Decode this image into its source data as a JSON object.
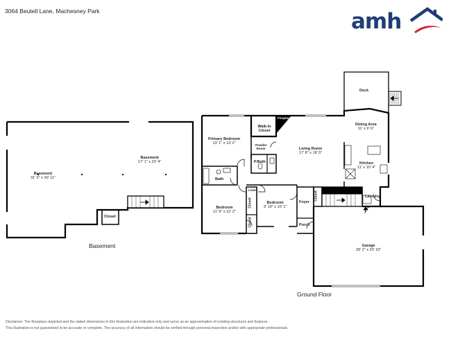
{
  "header": {
    "address": "3064 Beutell Lane, Machesney Park",
    "logo_text": "amh",
    "logo_colors": {
      "text": "#1f3f73",
      "house": "#1f3f73",
      "swoosh": "#d22630"
    }
  },
  "floors": {
    "basement": {
      "title": "Basement",
      "rooms": [
        {
          "name": "Basement",
          "dims": "31' 6\" x 30' 11\""
        },
        {
          "name": "Basement",
          "dims": "17' 1\" x 23' 4\""
        },
        {
          "name": "Closet",
          "dims": ""
        }
      ]
    },
    "ground": {
      "title": "Ground Floor",
      "rooms": {
        "deck": {
          "name": "Deck"
        },
        "walkin": {
          "name": "Walk-In Closet"
        },
        "fireplace": {
          "name": "Fireplace"
        },
        "primary": {
          "name": "Primary Bedroom",
          "dims": "13' 1\" x 13' 2\""
        },
        "powder": {
          "name": "Powder Room"
        },
        "pbath": {
          "name": "P.Bath"
        },
        "bath": {
          "name": "Bath"
        },
        "living": {
          "name": "Living Room",
          "dims": "17' 8\" x 18' 5\""
        },
        "dining": {
          "name": "Dining Area",
          "dims": "11' x 9' 6\""
        },
        "kitchen": {
          "name": "Kitchen",
          "dims": "11' x 10' 4\""
        },
        "laundry": {
          "name": "Laundry"
        },
        "foyer": {
          "name": "Foyer"
        },
        "closet_foyer": {
          "name": "Closet"
        },
        "bedroom1": {
          "name": "Bedroom",
          "dims": "11' 9\" x 12' 2\""
        },
        "bedroom2": {
          "name": "Bedroom",
          "dims": "9' 10\" x 10' 1\""
        },
        "closet_a": {
          "name": "Closet"
        },
        "closet_b": {
          "name": "Closet"
        },
        "linen": {
          "name": "Linen"
        },
        "porch": {
          "name": "Porch"
        },
        "garage": {
          "name": "Garage",
          "dims": "29' 2\" x 20' 10\""
        }
      }
    }
  },
  "disclaimer": {
    "line1": "Disclaimer: The floorplans depicted and the stated dimensions in this illustration are indicative only and serve as an approximation of existing structures and features.",
    "line2": "This illustration is not guaranteed to be accurate or complete. The accuracy of all information should be verified through personal inspection and/or with appropriate professionals."
  }
}
